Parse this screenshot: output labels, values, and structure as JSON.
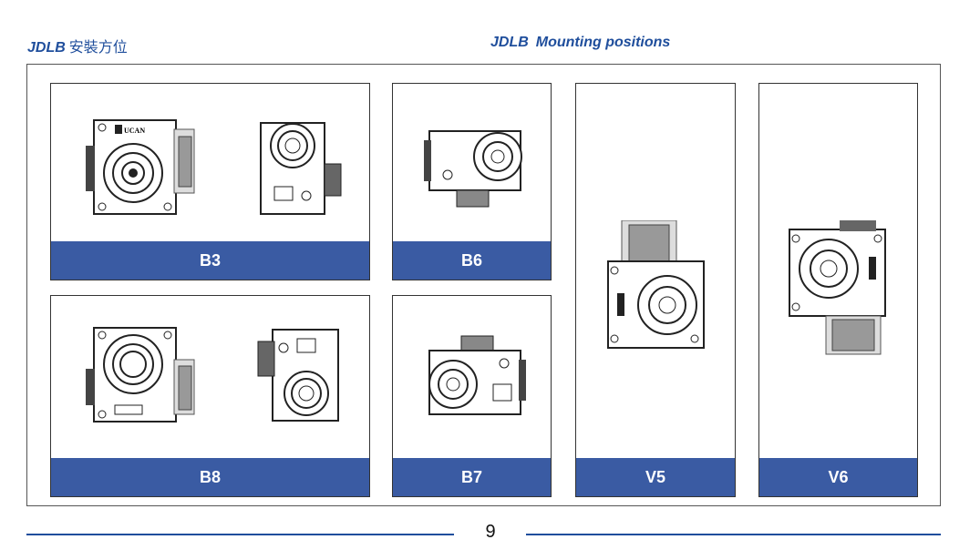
{
  "header": {
    "left_brand": "JDLB",
    "left_title": "安裝方位",
    "right_brand": "JDLB",
    "right_title": "Mounting positions"
  },
  "panels": [
    {
      "label": "B3"
    },
    {
      "label": "B6"
    },
    {
      "label": "V5"
    },
    {
      "label": "V6"
    },
    {
      "label": "B8"
    },
    {
      "label": "B7"
    }
  ],
  "logo_text": "UCAN",
  "page_number": "9"
}
